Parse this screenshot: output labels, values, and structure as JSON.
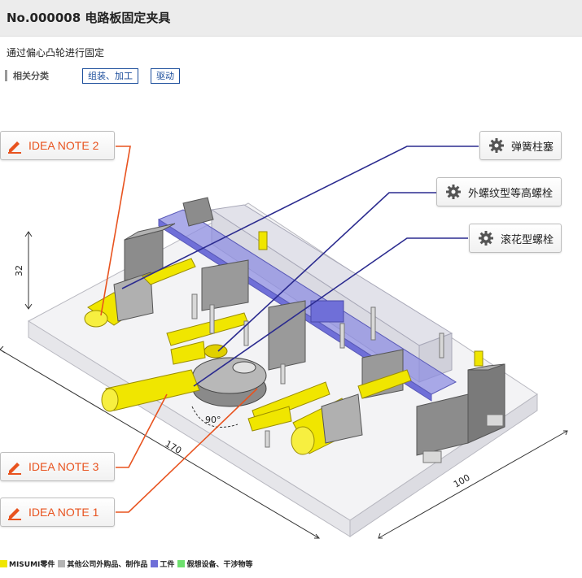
{
  "page": {
    "title": "No.000008 电路板固定夹具",
    "description": "通过偏心凸轮进行固定",
    "category_label": "相关分类",
    "tags": [
      "组装、加工",
      "驱动"
    ]
  },
  "callouts": {
    "idea_notes": [
      "IDEA NOTE 2",
      "IDEA NOTE 3",
      "IDEA NOTE 1"
    ],
    "parts": [
      "弹簧柱塞",
      "外螺纹型等高螺栓",
      "滚花型螺栓"
    ]
  },
  "dimensions": {
    "height": "32",
    "length": "170",
    "width": "100",
    "angle": "90°"
  },
  "legend": {
    "items": [
      "MISUMI零件",
      "其他公司外购品、制作品",
      "工件",
      "假想设备、干涉物等"
    ],
    "colors": [
      "#f0e600",
      "#b4b4b4",
      "#6f6fd8",
      "#6ee06e"
    ]
  },
  "colors": {
    "accent_orange": "#e8531f",
    "leader_blue": "#2b2b8f",
    "tag_blue": "#1b4d9b"
  }
}
